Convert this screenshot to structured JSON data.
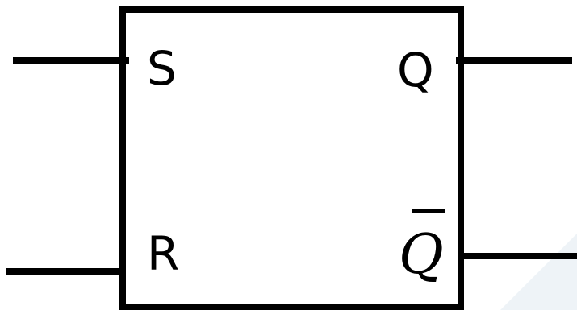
{
  "colors": {
    "stroke": "#000000",
    "background": "#ffffff",
    "corner_shade": "#eef3f7"
  },
  "pins": {
    "set": "S",
    "reset": "R",
    "output": "Q",
    "output_inverted": "Q"
  }
}
